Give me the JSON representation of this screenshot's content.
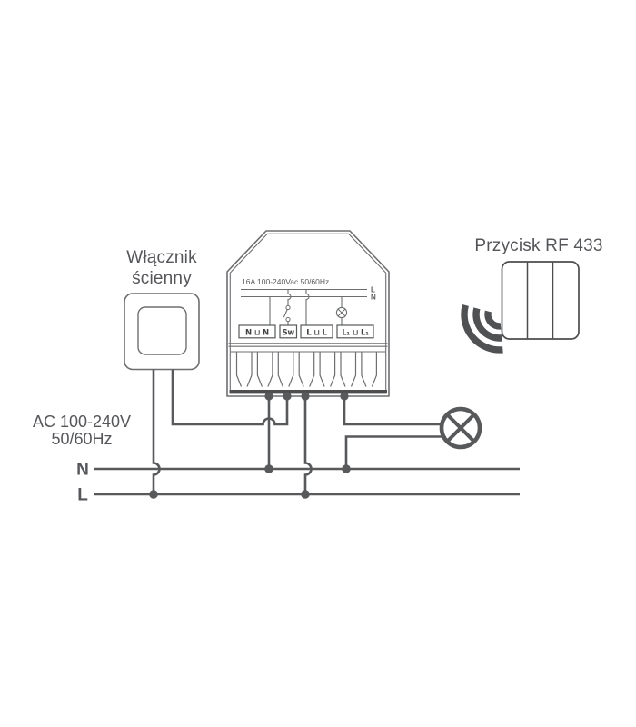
{
  "labels": {
    "wall_switch": [
      "Włącznik",
      "ścienny"
    ],
    "rf_button": "Przycisk RF 433",
    "power": [
      "AC 100-240V",
      "50/60Hz"
    ],
    "neutral": "N",
    "live": "L"
  },
  "module": {
    "rating": "16A 100-240Vac 50/60Hz",
    "bus": {
      "live": "L",
      "neutral": "N"
    },
    "terminals": [
      "N ⊔ N",
      "Sw",
      "L ⊔ L",
      "L₁ ⊔ L₁"
    ]
  },
  "colors": {
    "wire": "#58595b",
    "case_outline": "#6d6e70",
    "text": "#55565a",
    "rf_icon": "#505153"
  }
}
